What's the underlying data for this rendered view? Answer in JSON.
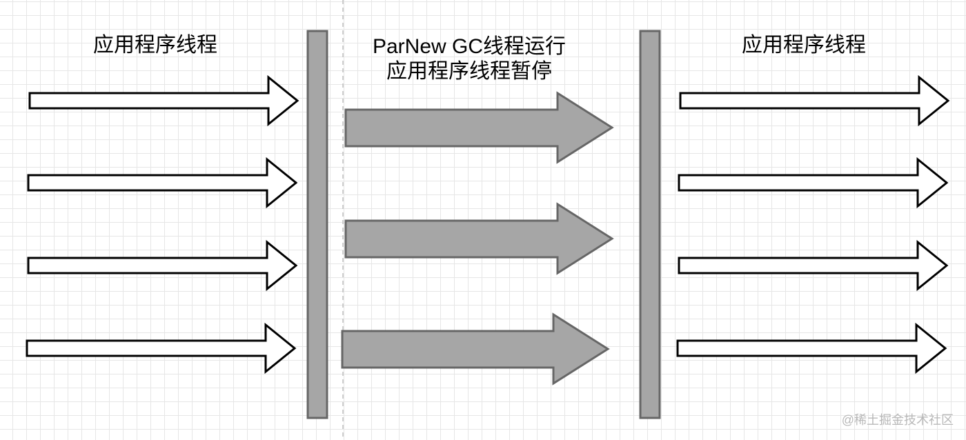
{
  "labels": {
    "left": "应用程序线程",
    "middle_line1": "ParNew GC线程运行",
    "middle_line2": "应用程序线程暂停",
    "right": "应用程序线程"
  },
  "watermark": "@稀土掘金技术社区",
  "colors": {
    "app_arrow_fill": "#ffffff",
    "app_arrow_stroke": "#000000",
    "gc_arrow_fill": "#a6a6a6",
    "gc_arrow_stroke": "#666666",
    "barrier_fill": "#a6a6a6",
    "barrier_stroke": "#666666",
    "divider": "#bdbdbd"
  }
}
